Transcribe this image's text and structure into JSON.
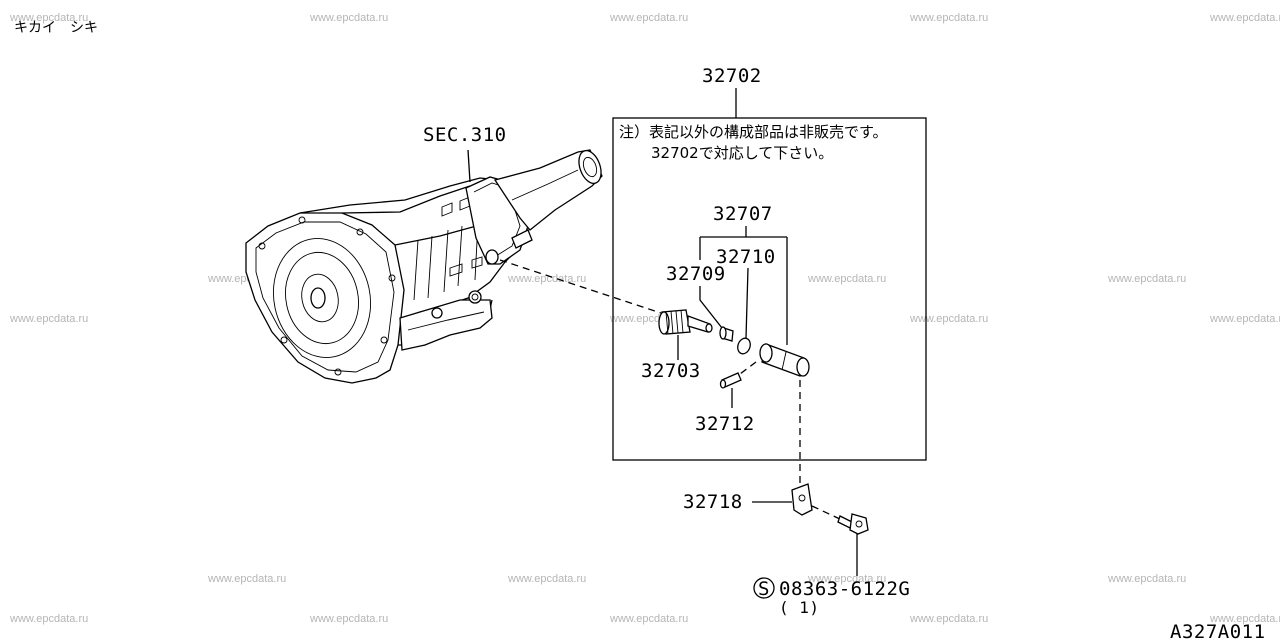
{
  "header": {
    "title": "キカイ　シキ"
  },
  "watermark": "www.epcdata.ru",
  "figure_code": "A327A011",
  "section_ref": "SEC.310",
  "note": {
    "line1": "注）表記以外の構成部品は非販売です。",
    "line2": "32702で対応して下さい。"
  },
  "parts": {
    "assembly": "32702",
    "p32707": "32707",
    "p32710": "32710",
    "p32709": "32709",
    "p32703": "32703",
    "p32712": "32712",
    "p32718": "32718",
    "bolt_symbol": "S",
    "bolt": "08363-6122G",
    "bolt_qty": "( 1)"
  }
}
